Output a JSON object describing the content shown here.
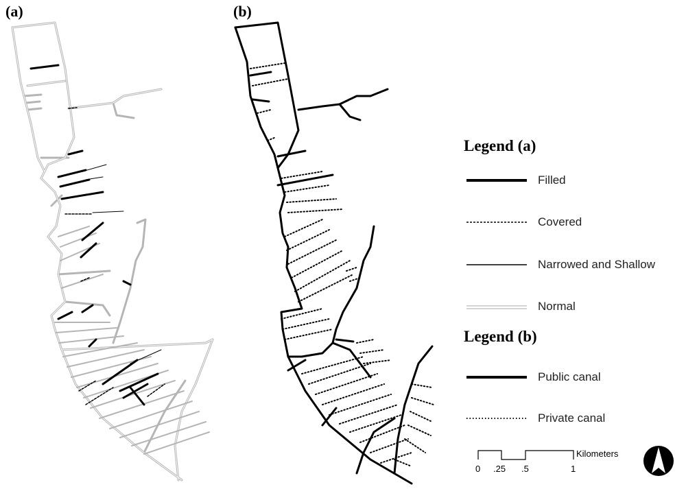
{
  "panels": {
    "a_label": "(a)",
    "b_label": "(b)"
  },
  "legend_a": {
    "title": "Legend (a)",
    "items": [
      {
        "label": "Filled",
        "style": "thick-solid"
      },
      {
        "label": "Covered",
        "style": "dashed"
      },
      {
        "label": "Narrowed and Shallow",
        "style": "thin-solid"
      },
      {
        "label": "Normal",
        "style": "double-gray"
      }
    ]
  },
  "legend_b": {
    "title": "Legend (b)",
    "items": [
      {
        "label": "Public canal",
        "style": "thick-solid"
      },
      {
        "label": "Private canal",
        "style": "dotted"
      }
    ]
  },
  "scale_bar": {
    "unit": "Kilometers",
    "ticks": [
      "0",
      ".25",
      ".5",
      "1"
    ]
  },
  "north_arrow": {
    "icon": "north-arrow-icon"
  },
  "colors": {
    "normal_canal": "#b8b8b8",
    "canal": "#000000"
  }
}
